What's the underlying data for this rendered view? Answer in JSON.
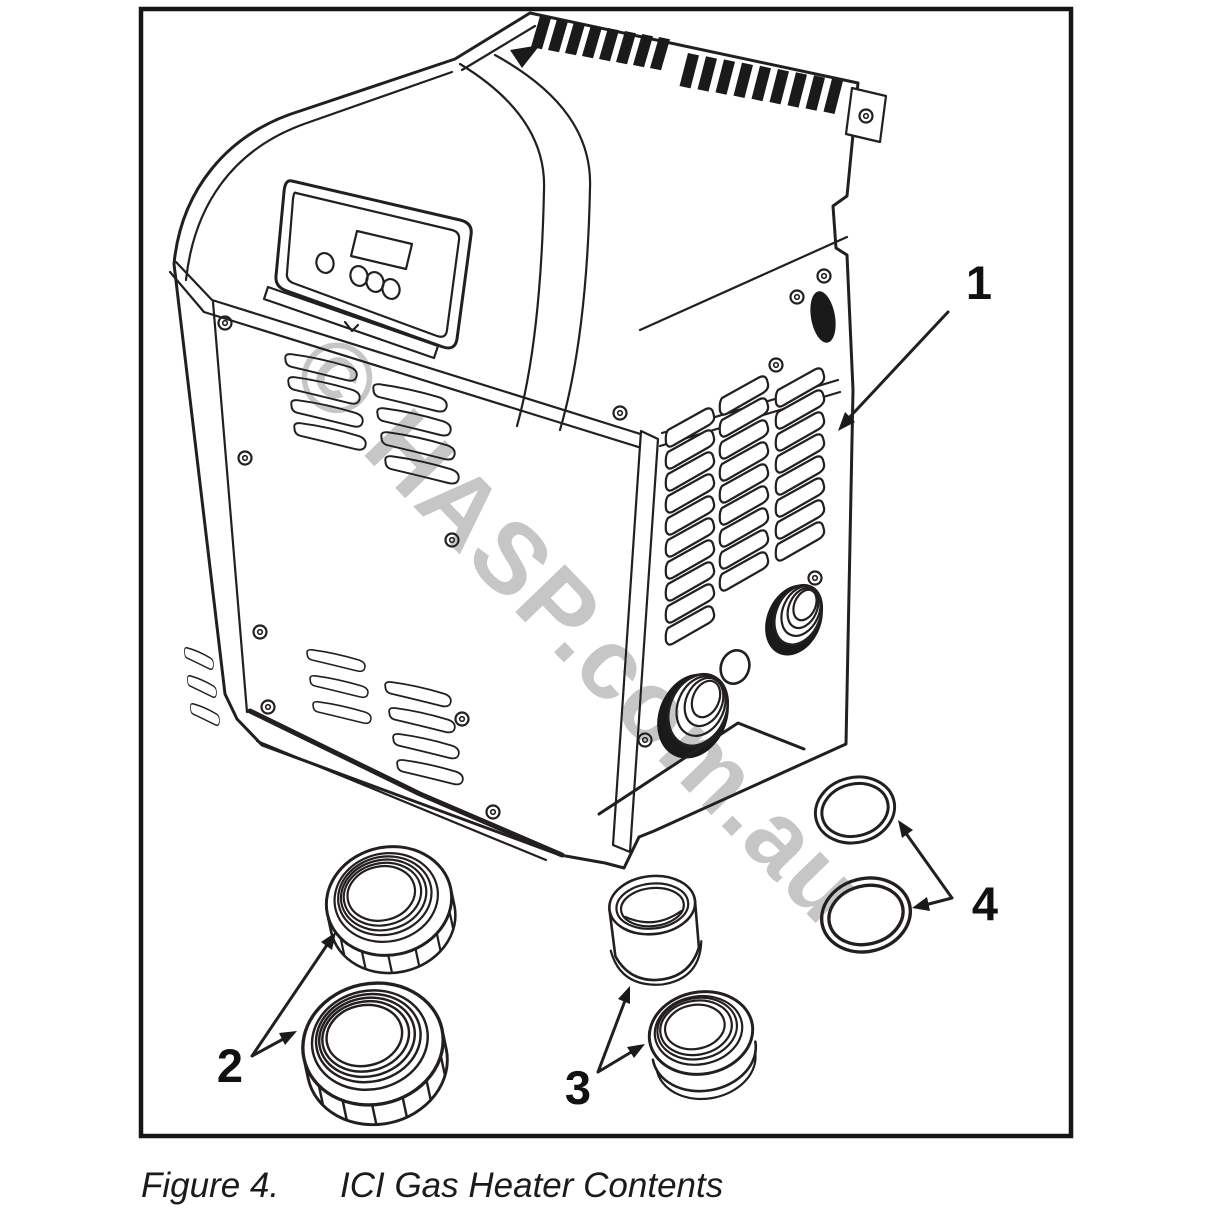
{
  "figure": {
    "label": "Figure 4.",
    "title": "ICI Gas Heater Contents"
  },
  "watermark": {
    "text": "© HASP.com.au"
  },
  "callouts": {
    "c1": "1",
    "c2": "2",
    "c3": "3",
    "c4": "4"
  },
  "colors": {
    "line": "#231f20",
    "label": "#111111",
    "watermark": "#c6c6c6",
    "background": "#ffffff"
  }
}
